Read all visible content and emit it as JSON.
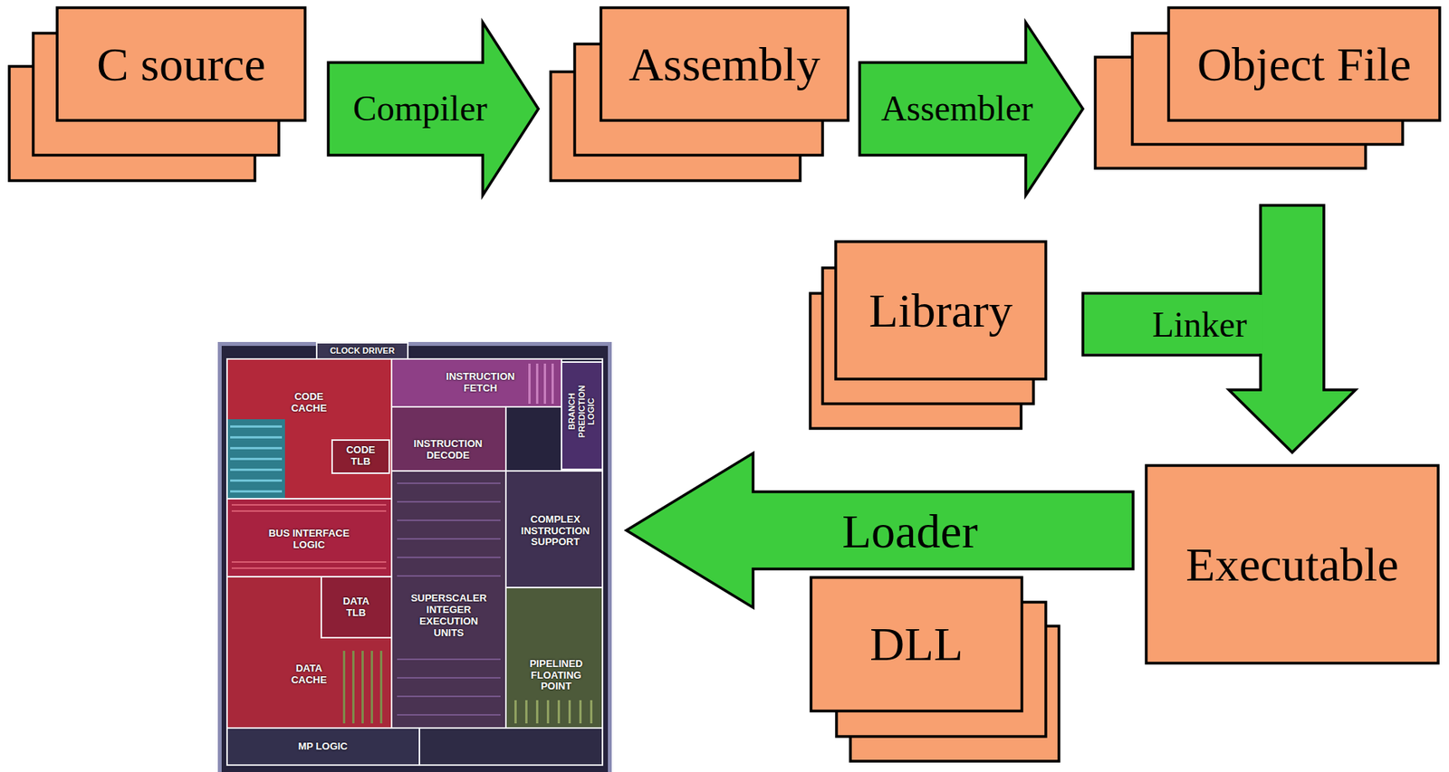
{
  "diagram": {
    "nodes": [
      {
        "text": [
          "C source"
        ]
      },
      {
        "text": [
          "Assembly"
        ]
      },
      {
        "text": [
          "Object File"
        ]
      },
      {
        "text": [
          "Library"
        ]
      },
      {
        "text": [
          "CLOCK DRIVER",
          "CODE CACHE",
          "INSTRUCTION FETCH",
          "BRANCH PREDICTION LOGIC",
          "INSTRUCTION DECODE",
          "CODE TLB",
          "COMPLEX INSTRUCTION SUPPORT",
          "BUS INTERFACE LOGIC",
          "DATA TLB",
          "SUPERSCALER INTEGER EXECUTION UNITS",
          "PIPELINED FLOATING POINT",
          "DATA CACHE",
          "MP LOGIC"
        ]
      },
      {
        "text": [
          "Executable"
        ]
      },
      {
        "text": [
          "DLL"
        ]
      }
    ],
    "edges": [
      {
        "from": 0,
        "to": 1,
        "label": "Compiler",
        "arrow": "to"
      },
      {
        "from": 1,
        "to": 2,
        "label": "Assembler",
        "arrow": "to"
      },
      {
        "from": 2,
        "to": 5,
        "arrow": "to"
      },
      {
        "from": 3,
        "to": 5,
        "label": "Linker",
        "arrow": "to"
      },
      {
        "from": 5,
        "to": 4,
        "label": "Loader",
        "arrow": "to"
      }
    ]
  }
}
